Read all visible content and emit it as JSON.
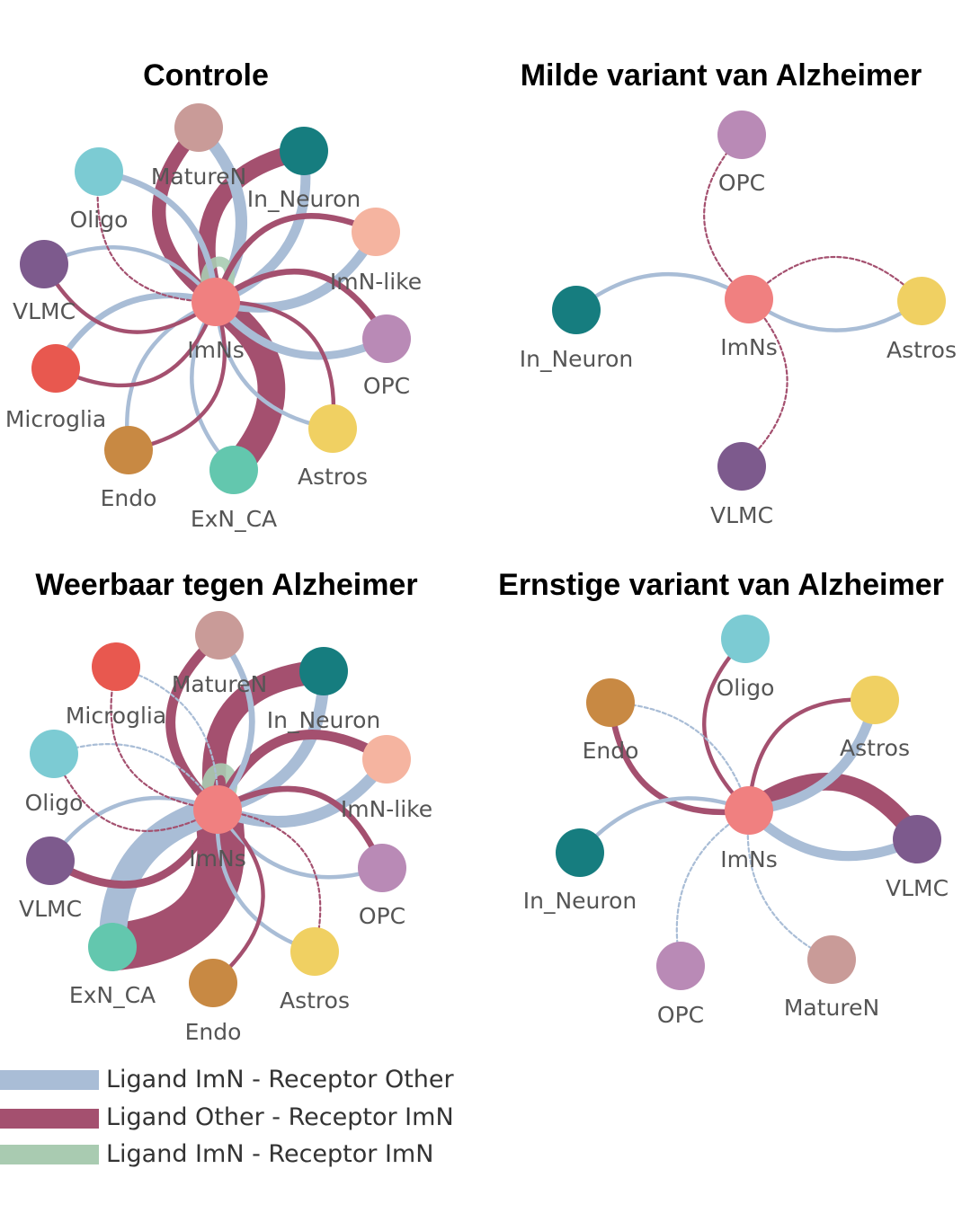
{
  "colors": {
    "ligand_imn_receptor_other": "#a9bdd6",
    "ligand_other_receptor_imn": "#a4506f",
    "ligand_imn_receptor_imn": "#a9cbb1"
  },
  "legend": {
    "items": [
      {
        "key": "ligand_imn_receptor_other",
        "label": "Ligand ImN - Receptor Other"
      },
      {
        "key": "ligand_other_receptor_imn",
        "label": "Ligand Other - Receptor ImN"
      },
      {
        "key": "ligand_imn_receptor_imn",
        "label": "Ligand ImN - Receptor ImN"
      }
    ]
  },
  "panels": [
    {
      "id": "controle",
      "title": "Controle",
      "center_label": "ImNs",
      "nodes": [
        {
          "id": "MatureN",
          "label": "MatureN",
          "color": "#c99b98"
        },
        {
          "id": "In_Neuron",
          "label": "In_Neuron",
          "color": "#167d7f"
        },
        {
          "id": "ImN-like",
          "label": "ImN-like",
          "color": "#f5b4a0"
        },
        {
          "id": "OPC",
          "label": "OPC",
          "color": "#b98ab6"
        },
        {
          "id": "Astros",
          "label": "Astros",
          "color": "#f0d062"
        },
        {
          "id": "ExN_CA",
          "label": "ExN_CA",
          "color": "#63c7ae"
        },
        {
          "id": "Endo",
          "label": "Endo",
          "color": "#c88943"
        },
        {
          "id": "Microglia",
          "label": "Microglia",
          "color": "#e8584f"
        },
        {
          "id": "VLMC",
          "label": "VLMC",
          "color": "#7d5a8d"
        },
        {
          "id": "Oligo",
          "label": "Oligo",
          "color": "#7ccbd3"
        }
      ],
      "edges": [
        {
          "to": "MatureN",
          "type": "ligand_imn_receptor_other",
          "weight": 6
        },
        {
          "to": "MatureN",
          "type": "ligand_other_receptor_imn",
          "weight": 7
        },
        {
          "to": "In_Neuron",
          "type": "ligand_imn_receptor_other",
          "weight": 5
        },
        {
          "to": "In_Neuron",
          "type": "ligand_other_receptor_imn",
          "weight": 9
        },
        {
          "to": "ImN-like",
          "type": "ligand_imn_receptor_other",
          "weight": 5
        },
        {
          "to": "ImN-like",
          "type": "ligand_other_receptor_imn",
          "weight": 3
        },
        {
          "to": "OPC",
          "type": "ligand_imn_receptor_other",
          "weight": 4
        },
        {
          "to": "OPC",
          "type": "ligand_other_receptor_imn",
          "weight": 3
        },
        {
          "to": "Astros",
          "type": "ligand_imn_receptor_other",
          "weight": 2
        },
        {
          "to": "Astros",
          "type": "ligand_other_receptor_imn",
          "weight": 2
        },
        {
          "to": "ExN_CA",
          "type": "ligand_imn_receptor_other",
          "weight": 2
        },
        {
          "to": "ExN_CA",
          "type": "ligand_other_receptor_imn",
          "weight": 14
        },
        {
          "to": "Endo",
          "type": "ligand_imn_receptor_other",
          "weight": 2
        },
        {
          "to": "Endo",
          "type": "ligand_other_receptor_imn",
          "weight": 2
        },
        {
          "to": "Microglia",
          "type": "ligand_imn_receptor_other",
          "weight": 3
        },
        {
          "to": "Microglia",
          "type": "ligand_other_receptor_imn",
          "weight": 2
        },
        {
          "to": "VLMC",
          "type": "ligand_imn_receptor_other",
          "weight": 2
        },
        {
          "to": "VLMC",
          "type": "ligand_other_receptor_imn",
          "weight": 2
        },
        {
          "to": "Oligo",
          "type": "ligand_imn_receptor_other",
          "weight": 3
        },
        {
          "to": "Oligo",
          "type": "ligand_other_receptor_imn",
          "weight": 1
        },
        {
          "to": "ImNs",
          "type": "ligand_imn_receptor_imn",
          "weight": 5
        }
      ]
    },
    {
      "id": "milde",
      "title": "Milde variant van Alzheimer",
      "center_label": "ImNs",
      "nodes": [
        {
          "id": "OPC",
          "label": "OPC",
          "color": "#b98ab6"
        },
        {
          "id": "Astros",
          "label": "Astros",
          "color": "#f0d062"
        },
        {
          "id": "VLMC",
          "label": "VLMC",
          "color": "#7d5a8d"
        },
        {
          "id": "In_Neuron",
          "label": "In_Neuron",
          "color": "#167d7f"
        }
      ],
      "edges": [
        {
          "to": "OPC",
          "type": "ligand_other_receptor_imn",
          "weight": 1
        },
        {
          "to": "Astros",
          "type": "ligand_imn_receptor_other",
          "weight": 2
        },
        {
          "to": "Astros",
          "type": "ligand_other_receptor_imn",
          "weight": 1
        },
        {
          "to": "VLMC",
          "type": "ligand_other_receptor_imn",
          "weight": 1
        },
        {
          "to": "In_Neuron",
          "type": "ligand_imn_receptor_other",
          "weight": 2
        }
      ]
    },
    {
      "id": "weerbaar",
      "title": "Weerbaar tegen Alzheimer",
      "center_label": "ImNs",
      "nodes": [
        {
          "id": "MatureN",
          "label": "MatureN",
          "color": "#c99b98"
        },
        {
          "id": "In_Neuron",
          "label": "In_Neuron",
          "color": "#167d7f"
        },
        {
          "id": "ImN-like",
          "label": "ImN-like",
          "color": "#f5b4a0"
        },
        {
          "id": "OPC",
          "label": "OPC",
          "color": "#b98ab6"
        },
        {
          "id": "Astros",
          "label": "Astros",
          "color": "#f0d062"
        },
        {
          "id": "Endo",
          "label": "Endo",
          "color": "#c88943"
        },
        {
          "id": "ExN_CA",
          "label": "ExN_CA",
          "color": "#63c7ae"
        },
        {
          "id": "VLMC",
          "label": "VLMC",
          "color": "#7d5a8d"
        },
        {
          "id": "Oligo",
          "label": "Oligo",
          "color": "#7ccbd3"
        },
        {
          "id": "Microglia",
          "label": "Microglia",
          "color": "#e8584f"
        }
      ],
      "edges": [
        {
          "to": "MatureN",
          "type": "ligand_imn_receptor_other",
          "weight": 3
        },
        {
          "to": "MatureN",
          "type": "ligand_other_receptor_imn",
          "weight": 5
        },
        {
          "to": "In_Neuron",
          "type": "ligand_imn_receptor_other",
          "weight": 6
        },
        {
          "to": "In_Neuron",
          "type": "ligand_other_receptor_imn",
          "weight": 12
        },
        {
          "to": "ImN-like",
          "type": "ligand_imn_receptor_other",
          "weight": 6
        },
        {
          "to": "ImN-like",
          "type": "ligand_other_receptor_imn",
          "weight": 5
        },
        {
          "to": "OPC",
          "type": "ligand_imn_receptor_other",
          "weight": 2
        },
        {
          "to": "OPC",
          "type": "ligand_other_receptor_imn",
          "weight": 3
        },
        {
          "to": "Astros",
          "type": "ligand_imn_receptor_other",
          "weight": 2
        },
        {
          "to": "Astros",
          "type": "ligand_other_receptor_imn",
          "weight": 1
        },
        {
          "to": "Endo",
          "type": "ligand_other_receptor_imn",
          "weight": 2
        },
        {
          "to": "ExN_CA",
          "type": "ligand_imn_receptor_other",
          "weight": 14
        },
        {
          "to": "ExN_CA",
          "type": "ligand_other_receptor_imn",
          "weight": 24
        },
        {
          "to": "VLMC",
          "type": "ligand_imn_receptor_other",
          "weight": 2
        },
        {
          "to": "VLMC",
          "type": "ligand_other_receptor_imn",
          "weight": 4
        },
        {
          "to": "Oligo",
          "type": "ligand_imn_receptor_other",
          "weight": 1
        },
        {
          "to": "Oligo",
          "type": "ligand_other_receptor_imn",
          "weight": 1
        },
        {
          "to": "Microglia",
          "type": "ligand_imn_receptor_other",
          "weight": 1
        },
        {
          "to": "Microglia",
          "type": "ligand_other_receptor_imn",
          "weight": 1
        },
        {
          "to": "ImNs",
          "type": "ligand_imn_receptor_imn",
          "weight": 6
        }
      ]
    },
    {
      "id": "ernstige",
      "title": "Ernstige variant van Alzheimer",
      "center_label": "ImNs",
      "nodes": [
        {
          "id": "Oligo",
          "label": "Oligo",
          "color": "#7ccbd3"
        },
        {
          "id": "Astros",
          "label": "Astros",
          "color": "#f0d062"
        },
        {
          "id": "VLMC",
          "label": "VLMC",
          "color": "#7d5a8d"
        },
        {
          "id": "MatureN",
          "label": "MatureN",
          "color": "#c99b98"
        },
        {
          "id": "OPC",
          "label": "OPC",
          "color": "#b98ab6"
        },
        {
          "id": "In_Neuron",
          "label": "In_Neuron",
          "color": "#167d7f"
        },
        {
          "id": "Endo",
          "label": "Endo",
          "color": "#c88943"
        }
      ],
      "edges": [
        {
          "to": "Oligo",
          "type": "ligand_other_receptor_imn",
          "weight": 2
        },
        {
          "to": "Astros",
          "type": "ligand_imn_receptor_other",
          "weight": 5
        },
        {
          "to": "Astros",
          "type": "ligand_other_receptor_imn",
          "weight": 2
        },
        {
          "to": "VLMC",
          "type": "ligand_imn_receptor_other",
          "weight": 5
        },
        {
          "to": "VLMC",
          "type": "ligand_other_receptor_imn",
          "weight": 9
        },
        {
          "to": "MatureN",
          "type": "ligand_imn_receptor_other",
          "weight": 1
        },
        {
          "to": "OPC",
          "type": "ligand_imn_receptor_other",
          "weight": 1
        },
        {
          "to": "In_Neuron",
          "type": "ligand_imn_receptor_other",
          "weight": 2
        },
        {
          "to": "Endo",
          "type": "ligand_imn_receptor_other",
          "weight": 1
        },
        {
          "to": "Endo",
          "type": "ligand_other_receptor_imn",
          "weight": 3
        }
      ]
    }
  ]
}
